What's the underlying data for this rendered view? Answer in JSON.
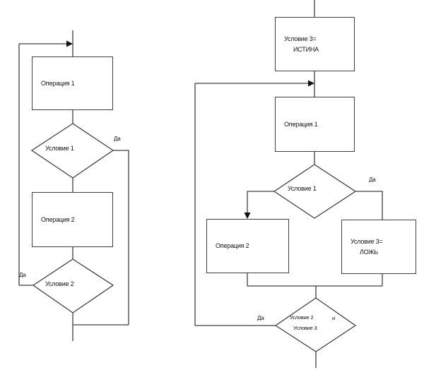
{
  "colors": {
    "line": "#3f3f3f",
    "background": "#ffffff",
    "text": "#111111"
  },
  "left_chart": {
    "operation1": "Операция 1",
    "condition1": "Условие 1",
    "operation2": "Операция 2",
    "condition2": "Условие 2",
    "yes_label_1": "Да",
    "yes_label_2": "Да"
  },
  "right_chart": {
    "init_true_line1": "Условие 3=",
    "init_true_line2": "ИСТИНА",
    "operation1": "Операция 1",
    "condition1": "Условие 1",
    "operation2": "Операция 2",
    "set_false_line1": "Условие 3=",
    "set_false_line2": "ЛОЖЬ",
    "condition2_line1": "Условие 2",
    "condition2_and": "и",
    "condition2_line2": "Условие 3",
    "yes_label_1": "Да",
    "yes_label_2": "Да"
  }
}
